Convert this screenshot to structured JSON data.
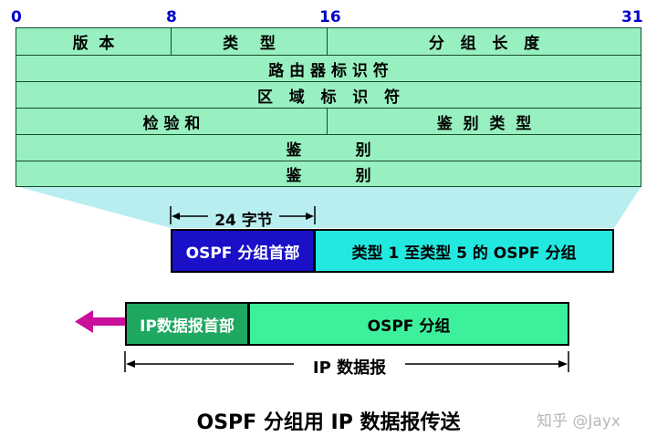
{
  "bit_labels": [
    "0",
    "8",
    "16",
    "31"
  ],
  "header_rows": [
    {
      "cells": [
        "版  本",
        "类    型",
        "分   组   长   度"
      ]
    },
    {
      "cells": [
        "路 由 器 标 识 符"
      ]
    },
    {
      "cells": [
        "区   域   标   识   符"
      ]
    },
    {
      "cells": [
        "检 验 和",
        "鉴  别  类  型"
      ]
    },
    {
      "cells": [
        "鉴          别"
      ]
    },
    {
      "cells": [
        "鉴          别"
      ]
    }
  ],
  "byte_span_label": "24 字节",
  "ospf_header_label": "OSPF 分组首部",
  "ospf_body_label": "类型 1 至类型 5 的 OSPF 分组",
  "ip_header_label": "IP数据报首部",
  "ip_body_label": "OSPF 分组",
  "ip_span_label": "IP 数据报",
  "caption": "OSPF 分组用 IP 数据报传送",
  "watermark": "知乎 @Jayx",
  "colors": {
    "table_fill": "#98f0c0",
    "trapezoid": "#b8eef0",
    "ospf_header": "#1a10c8",
    "ospf_body": "#22e8e0",
    "ip_header": "#1fa860",
    "ip_body": "#3cf09c",
    "arrow": "#c8109a"
  }
}
